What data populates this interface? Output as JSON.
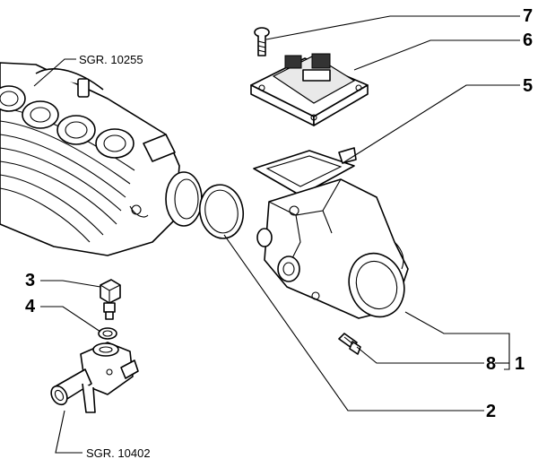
{
  "references": {
    "manifold_ref": "SGR. 10255",
    "fitting_ref": "SGR. 10402"
  },
  "callouts": {
    "n1": "1",
    "n2": "2",
    "n3": "3",
    "n4": "4",
    "n5": "5",
    "n6": "6",
    "n7": "7",
    "n8": "8"
  }
}
